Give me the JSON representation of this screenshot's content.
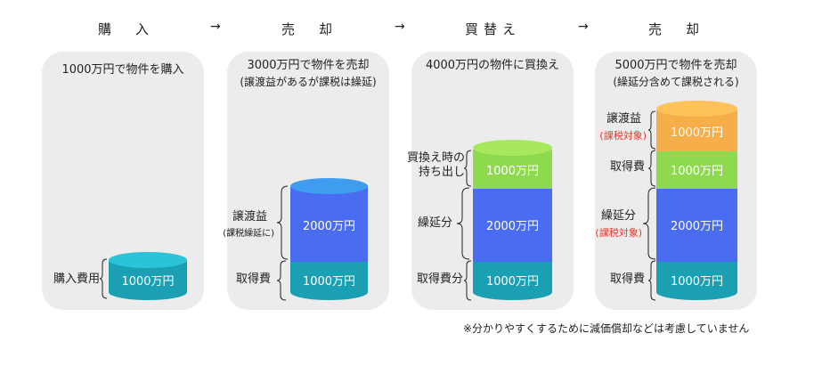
{
  "headers": [
    "購　入",
    "売　却",
    "買替え",
    "売　却"
  ],
  "arrow": "→",
  "panels": [
    {
      "title": "1000万円で物件を購入",
      "subtitle": ""
    },
    {
      "title": "3000万円で物件を売却",
      "subtitle": "(譲渡益があるが課税は繰延)"
    },
    {
      "title": "4000万円の物件に買換え",
      "subtitle": ""
    },
    {
      "title": "5000万円で物件を売却",
      "subtitle": "(繰延分含めて課税される)"
    }
  ],
  "labels": {
    "p1_purchase_cost": "購入費用",
    "p2_gain": "譲渡益",
    "p2_gain_note": "(課税繰延に)",
    "p2_acquisition": "取得費",
    "p3_outflow_1": "買換え時の",
    "p3_outflow_2": "持ち出し",
    "p3_deferred": "繰延分",
    "p3_acquisition": "取得費分",
    "p4_gain": "譲渡益",
    "p4_gain_note": "(課税対象)",
    "p4_acquisition": "取得費",
    "p4_deferred": "繰延分",
    "p4_deferred_note": "(課税対象)",
    "p4_acquisition_bottom": "取得費"
  },
  "values": {
    "v1000": "1000万円",
    "v2000": "2000万円"
  },
  "note": "※分かりやすくするために減価償却などは考慮していません",
  "colors": {
    "teal": "#1a9fb3",
    "teal_top": "#2bc3d8",
    "blue": "#4a6cf0",
    "blue_top": "#3f9df0",
    "green": "#8ed94f",
    "green_top": "#a8e85e",
    "orange": "#f6ae4b",
    "orange_top": "#ffc25a",
    "red_text": "#e8342c"
  }
}
